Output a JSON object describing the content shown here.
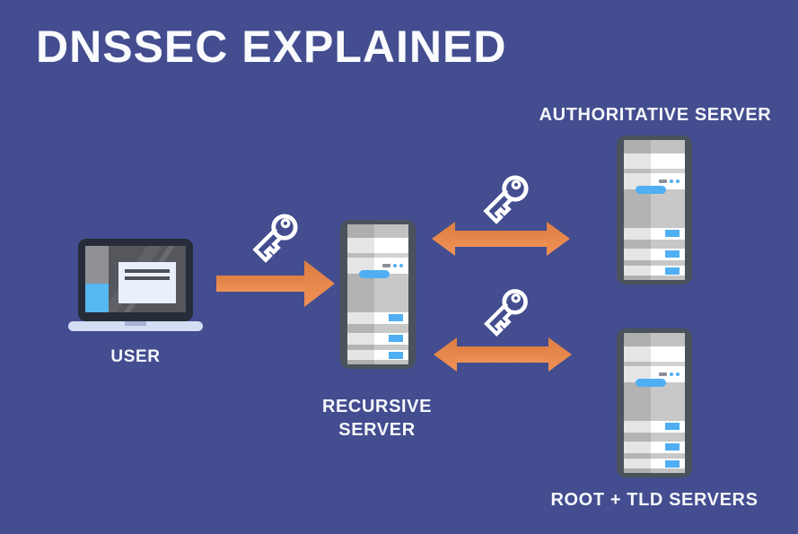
{
  "title": "DNSSEC EXPLAINED",
  "colors": {
    "background": "#434D8F",
    "arrow_orange_top": "#DD7E43",
    "arrow_orange_bottom": "#F09156",
    "server_accent_blue": "#4FAFF2",
    "laptop_accent_blue": "#56B7F1",
    "text_white": "#F6F8FC",
    "server_frame_dark": "#4A525C"
  },
  "nodes": {
    "user": {
      "label": "USER",
      "icon": "laptop-icon"
    },
    "recursive": {
      "label_lines": [
        "RECURSIVE",
        "SERVER"
      ],
      "icon": "server-icon"
    },
    "authoritative": {
      "label": "AUTHORITATIVE SERVER",
      "icon": "server-icon"
    },
    "root_tld": {
      "label": "ROOT + TLD SERVERS",
      "icon": "server-icon"
    }
  },
  "connections": [
    {
      "from": "user",
      "to": "recursive",
      "style": "single-arrow-right",
      "badge": "key-icon"
    },
    {
      "from": "recursive",
      "to": "authoritative",
      "style": "double-headed-arrow",
      "badge": "key-icon"
    },
    {
      "from": "recursive",
      "to": "root_tld",
      "style": "double-headed-arrow",
      "badge": "key-icon"
    }
  ]
}
